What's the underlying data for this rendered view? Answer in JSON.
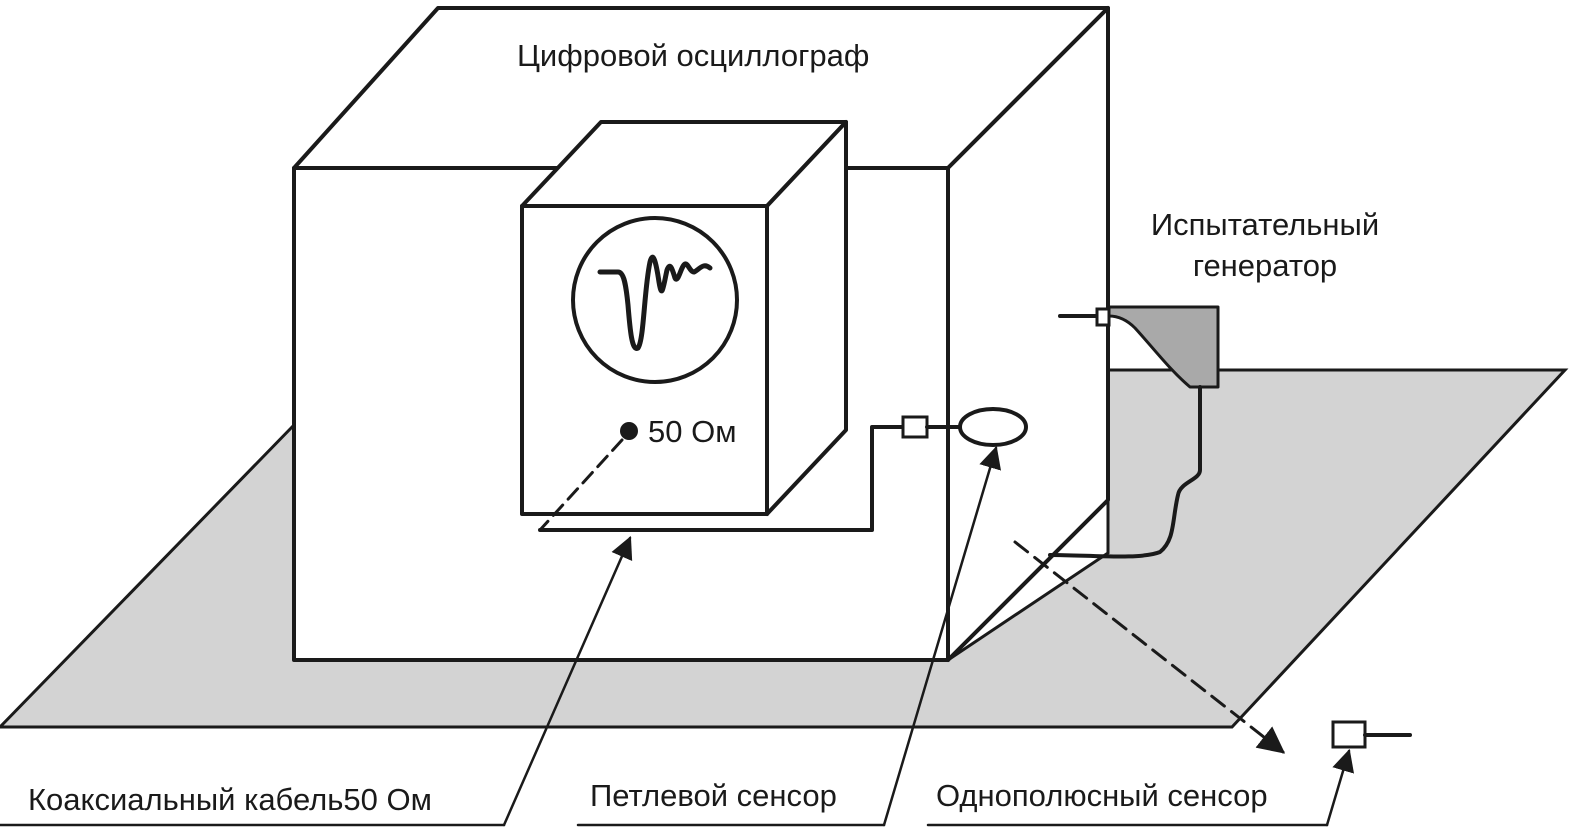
{
  "labels": {
    "oscilloscope": "Цифровой осциллограф",
    "generator_line1": "Испытательный",
    "generator_line2": "генератор",
    "termination": "50 Ом",
    "coax_cable": "Коаксиальный кабель50 Ом",
    "loop_sensor": "Петлевой сенсор",
    "monopole_sensor": "Однополюсный сенсор"
  },
  "colors": {
    "line": "#1a1a1a",
    "ground_plane": "#d3d3d3",
    "generator_fill": "#a9a9a9",
    "background": "#ffffff"
  }
}
